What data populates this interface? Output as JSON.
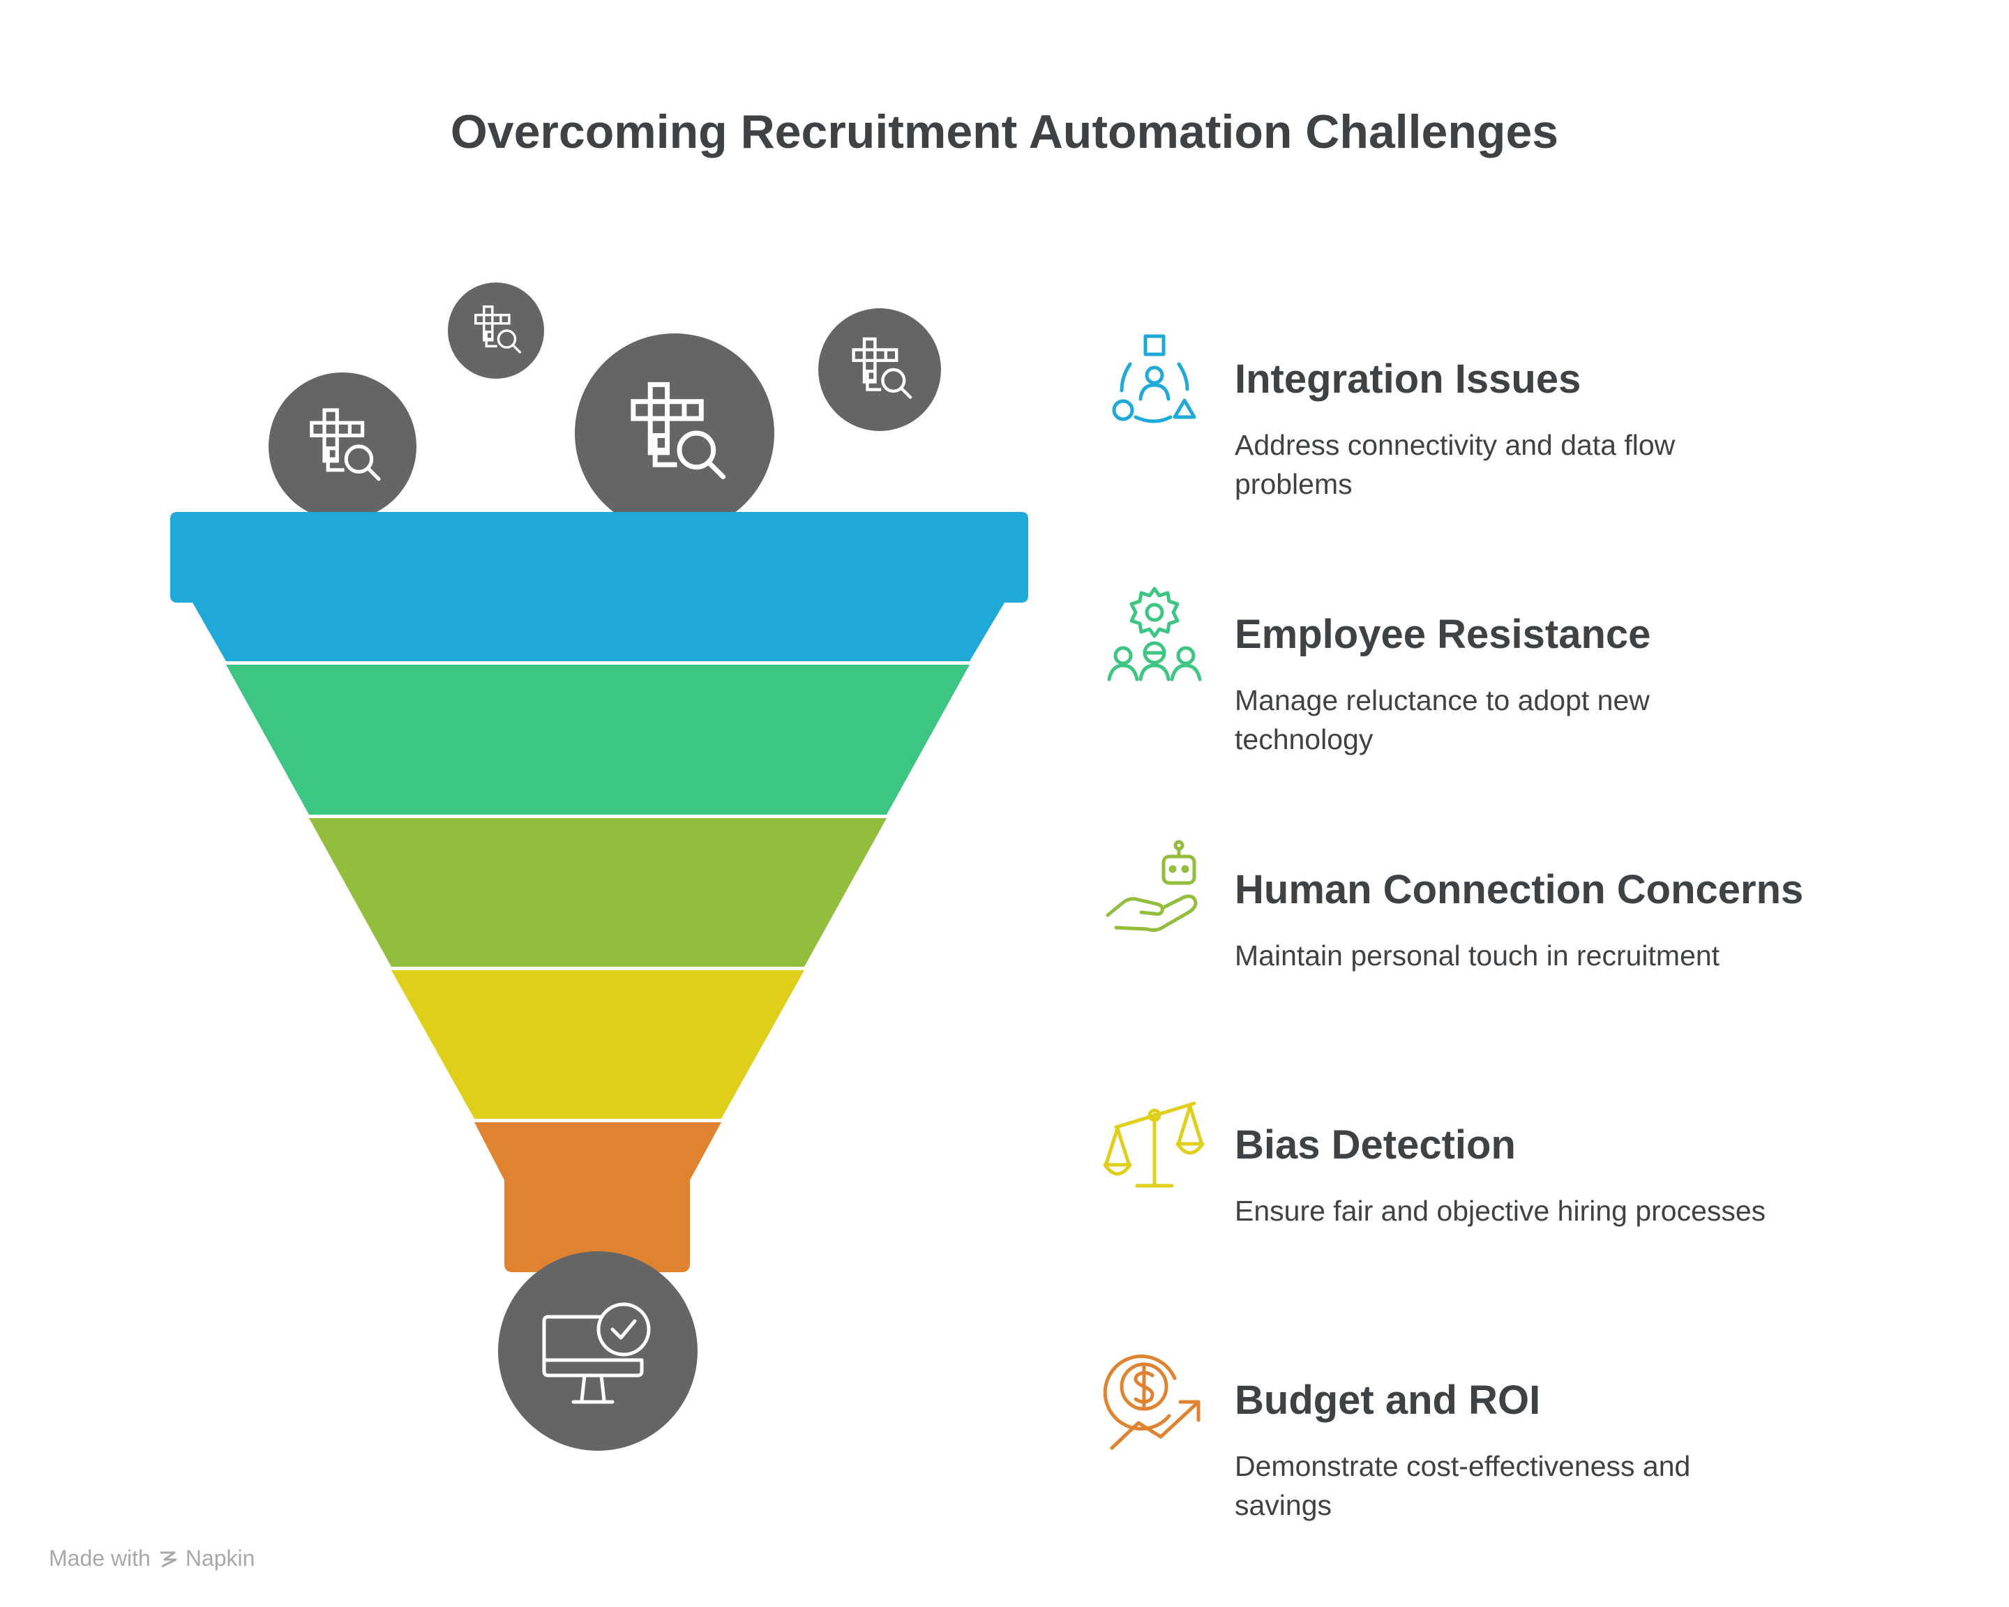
{
  "title": "Overcoming Recruitment Automation Challenges",
  "colors": {
    "blue": "#1ea9d8",
    "green": "#3dc584",
    "lime": "#93bd3c",
    "yellow": "#dfcf18",
    "orange": "#df8330",
    "dark": "#656565",
    "text": "#3f4244"
  },
  "funnel_input_icon": "puzzle-search-icon",
  "funnel_output_icon": "monitor-check-icon",
  "challenges": [
    {
      "heading": "Integration Issues",
      "description": "Address connectivity and data flow problems",
      "icon": "team-shapes-icon",
      "color": "#1ea9d8"
    },
    {
      "heading": "Employee Resistance",
      "description": "Manage reluctance to adopt new technology",
      "icon": "gear-people-icon",
      "color": "#3dc584"
    },
    {
      "heading": "Human Connection Concerns",
      "description": "Maintain personal touch in recruitment",
      "icon": "robot-hand-icon",
      "color": "#93bd3c"
    },
    {
      "heading": "Bias Detection",
      "description": "Ensure fair and objective hiring processes",
      "icon": "balance-scale-icon",
      "color": "#dfcf18"
    },
    {
      "heading": "Budget and ROI",
      "description": "Demonstrate cost-effectiveness and savings",
      "icon": "dollar-growth-icon",
      "color": "#df8330"
    }
  ],
  "footer": {
    "made_with": "Made with",
    "brand": "Napkin"
  }
}
